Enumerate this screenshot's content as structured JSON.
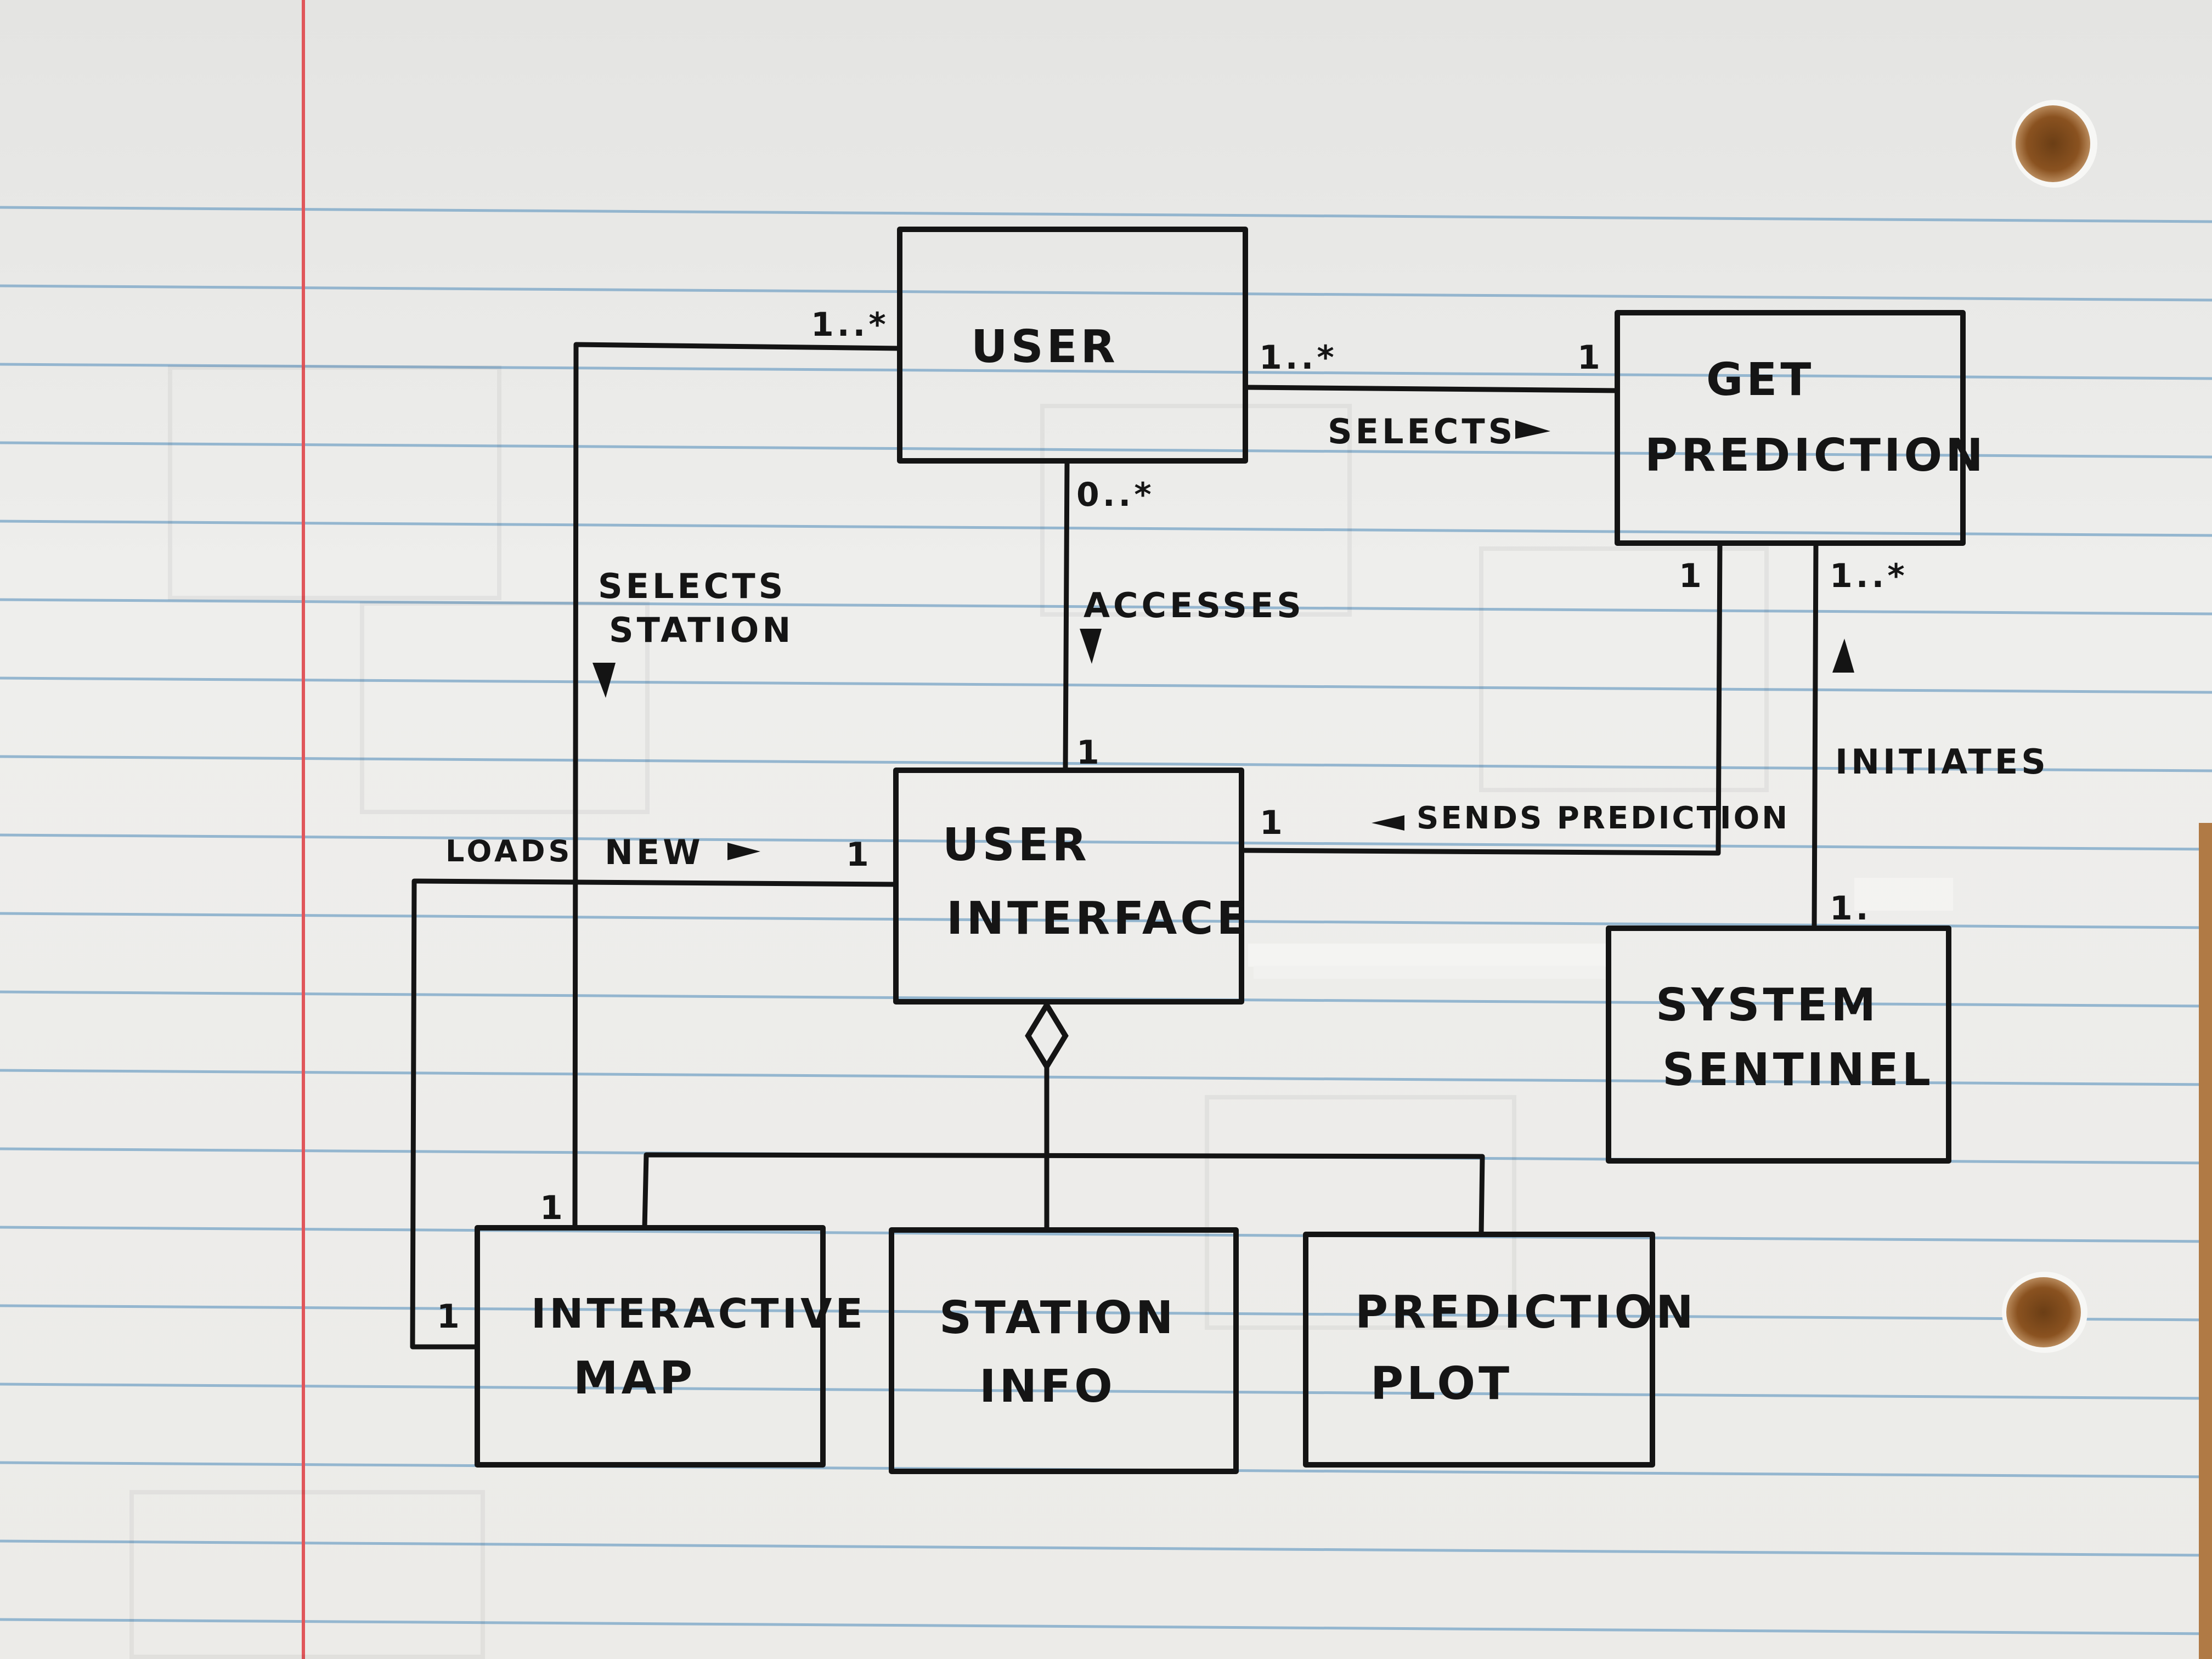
{
  "diagram": {
    "classes": {
      "user": "USER",
      "get_prediction": [
        "GET",
        "PREDICTION"
      ],
      "user_interface": [
        "USER",
        "INTERFACE"
      ],
      "system_sentinel": [
        "SYSTEM",
        "SENTINEL"
      ],
      "interactive_map": [
        "INTERACTIVE",
        "MAP"
      ],
      "station_info": [
        "STATION",
        "INFO"
      ],
      "prediction_plot": [
        "PREDICTION",
        "PLOT"
      ]
    },
    "relations": {
      "selects": "SELECTS",
      "selects_station": [
        "SELECTS",
        "STATION"
      ],
      "accesses": "ACCESSES",
      "sends_prediction": "SENDS PREDICTION",
      "initiates": "INITIATES",
      "loads": "LOADS",
      "new": "NEW"
    },
    "multiplicities": {
      "user_to_map": "1..*",
      "user_to_prediction": "1..*",
      "prediction_from_user": "1",
      "user_to_ui": "0..*",
      "ui_from_user": "1",
      "prediction_send": "1",
      "prediction_initiates": "1..*",
      "ui_send": "1",
      "sentinel_initiates": "1.",
      "ui_loads": "1",
      "map_selects": "1",
      "map_loads": "1"
    }
  },
  "colors": {
    "ink": "#141414",
    "rule_line": "#7fa9c9",
    "margin_line": "#e0565a",
    "paper": "#ececea"
  }
}
